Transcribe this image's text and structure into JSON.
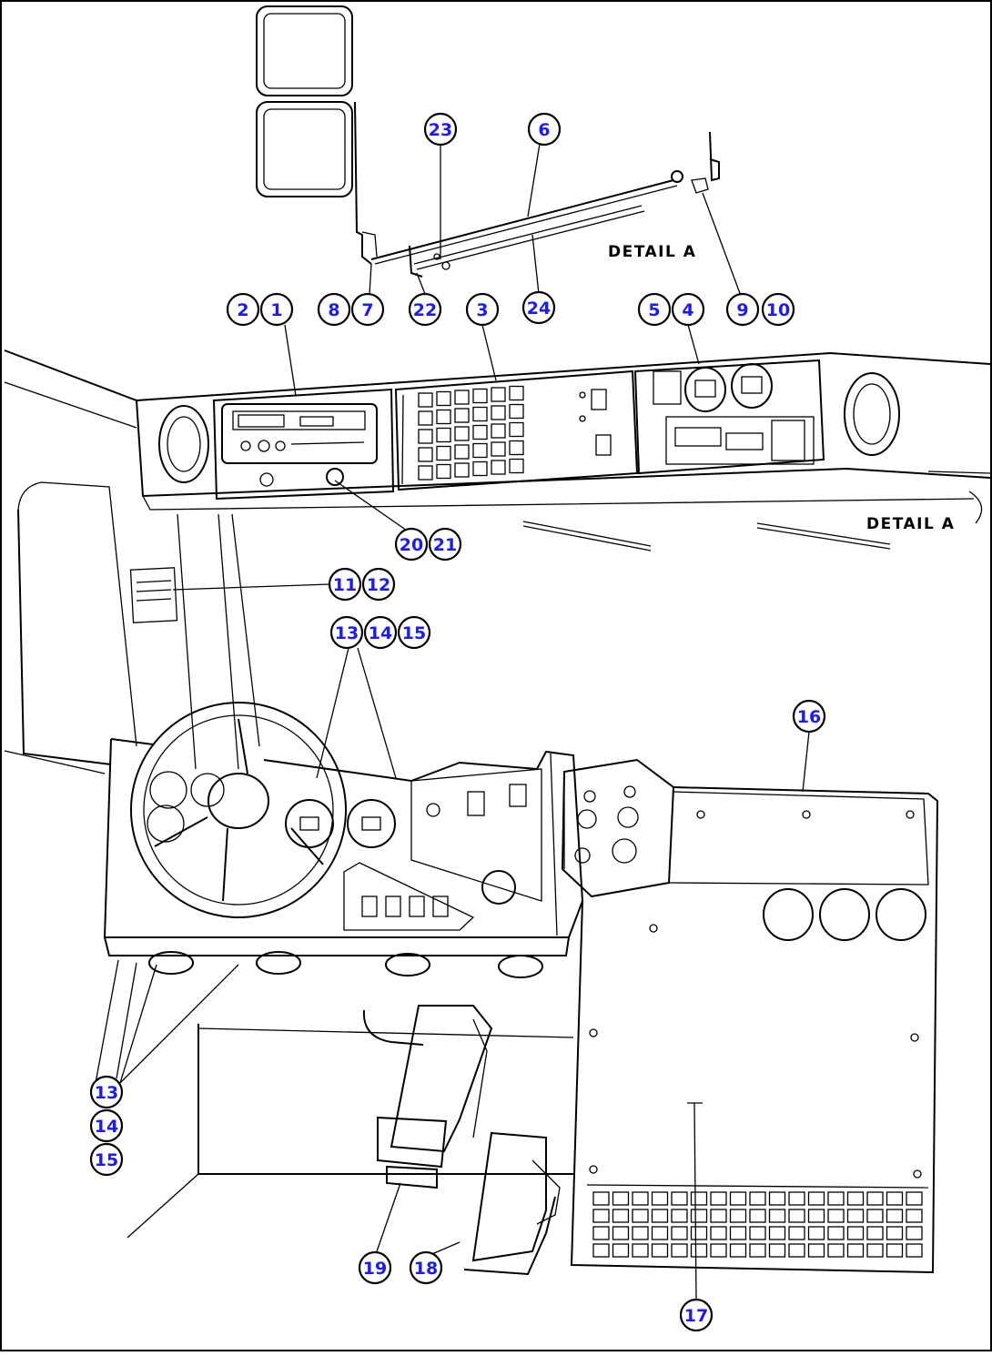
{
  "detail_labels": {
    "top": "DETAIL A",
    "right": "DETAIL A"
  },
  "callouts": {
    "c1": "1",
    "c2": "2",
    "c3": "3",
    "c4": "4",
    "c5": "5",
    "c6": "6",
    "c7": "7",
    "c8": "8",
    "c9": "9",
    "c10": "10",
    "c11": "11",
    "c12": "12",
    "c13a": "13",
    "c14a": "14",
    "c15a": "15",
    "c16": "16",
    "c17": "17",
    "c18": "18",
    "c19": "19",
    "c20": "20",
    "c21": "21",
    "c22": "22",
    "c23": "23",
    "c24": "24",
    "c13b": "13",
    "c14b": "14",
    "c15b": "15"
  },
  "colors": {
    "callout_text": "#1a1aff",
    "line": "#000000",
    "background": "#ffffff"
  }
}
